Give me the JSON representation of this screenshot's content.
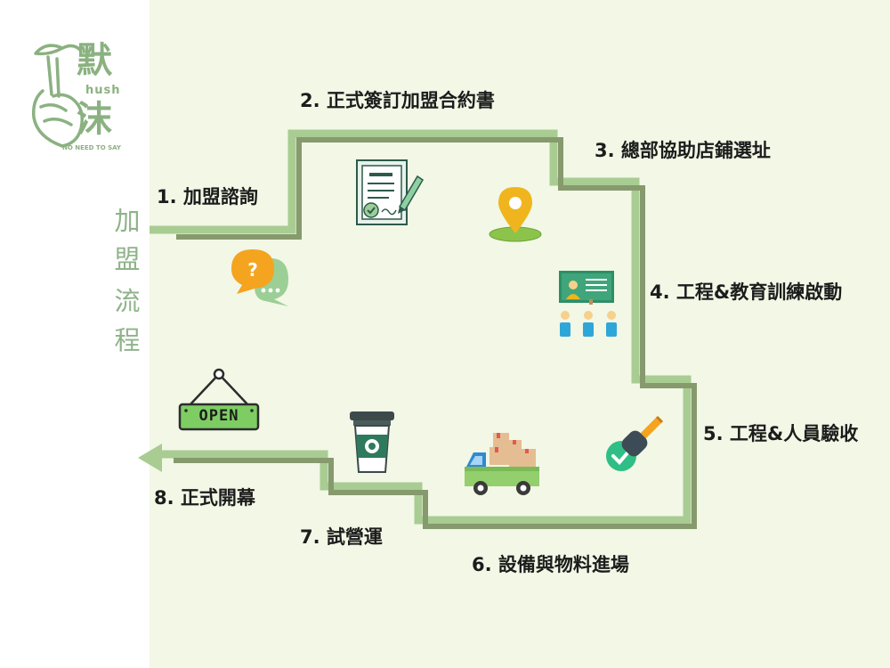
{
  "brand": {
    "char_top": "默",
    "char_bottom": "沫",
    "hush": "hush",
    "tagline": "NO NEED TO SAY"
  },
  "page_title_chars": [
    "加",
    "盟",
    "流",
    "程"
  ],
  "steps": [
    {
      "label": "1. 加盟諮詢"
    },
    {
      "label": "2. 正式簽訂加盟合約書"
    },
    {
      "label": "3. 總部協助店鋪選址"
    },
    {
      "label": "4. 工程&教育訓練啟動"
    },
    {
      "label": "5. 工程&人員驗收"
    },
    {
      "label": "6. 設備與物料進場"
    },
    {
      "label": "7. 試營運"
    },
    {
      "label": "8. 正式開幕"
    }
  ],
  "signage": {
    "open_text": "OPEN"
  },
  "icons": [
    "chat-bubble-icon",
    "contract-pen-icon",
    "location-pin-icon",
    "training-board-icon",
    "inspection-stamp-icon",
    "delivery-truck-icon",
    "coffee-cup-icon",
    "open-sign-icon"
  ],
  "colors": {
    "background": "#f2f7e6",
    "path_dark": "#869a6e",
    "path_light": "#a8cc92",
    "title_green": "#8fb38a"
  }
}
